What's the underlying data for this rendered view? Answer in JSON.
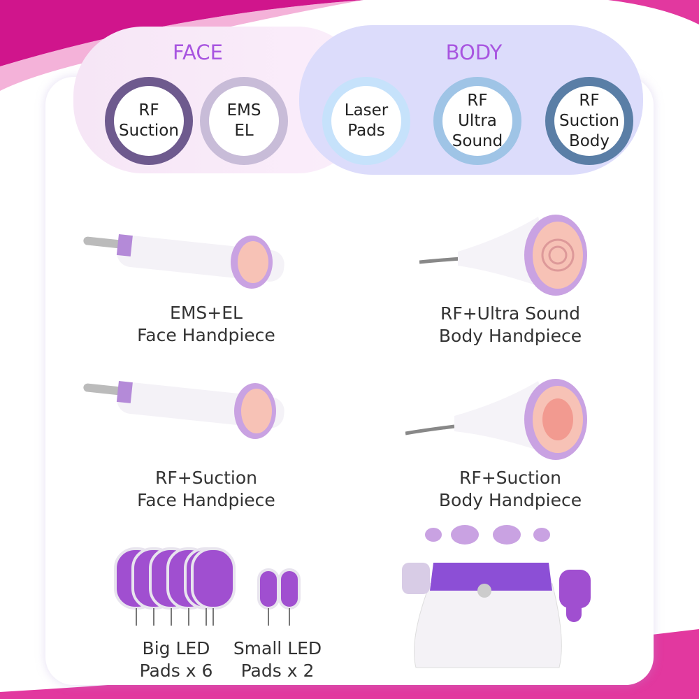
{
  "categories": {
    "face": "FACE",
    "body": "BODY"
  },
  "modes": [
    {
      "label": "RF\nSuction",
      "color": "#6e5a8e"
    },
    {
      "label": "EMS\nEL",
      "color": "#c8bcd8"
    },
    {
      "label": "Laser\nPads",
      "color": "#c6e2fb"
    },
    {
      "label": "RF\nUltra\nSound",
      "color": "#9fc4e6"
    },
    {
      "label": "RF\nSuction\nBody",
      "color": "#5a7ea6"
    }
  ],
  "products": [
    {
      "label": "EMS+EL\nFace Handpiece"
    },
    {
      "label": "RF+Ultra Sound\nBody Handpiece"
    },
    {
      "label": "RF+Suction\nFace Handpiece"
    },
    {
      "label": "RF+Suction\nBody Handpiece"
    },
    {
      "label": "Big LED\nPads x 6"
    },
    {
      "label": "Small LED\nPads x 2"
    }
  ],
  "colors": {
    "accent": "#a855e0",
    "magenta": "#d0158c"
  }
}
